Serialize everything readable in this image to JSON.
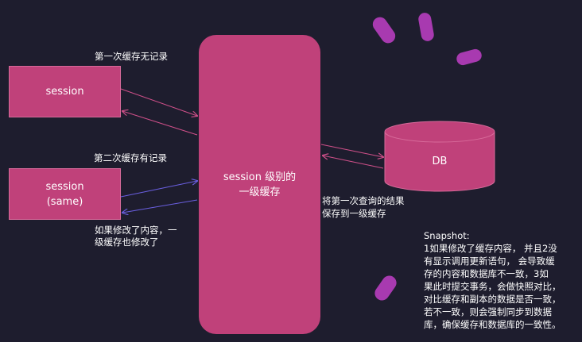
{
  "boxes": {
    "session1": "session",
    "session2_line1": "session",
    "session2_line2": "(same)",
    "center_line1": "session 级别的",
    "center_line2": "一级缓存",
    "db": "DB"
  },
  "labels": {
    "first_miss": "第一次缓存无记录",
    "second_hit": "第二次缓存有记录",
    "modified_line1": "如果修改了内容，一",
    "modified_line2": "级缓存也修改了",
    "save_line1": "将第一次查询的结果",
    "save_line2": "保存到一级缓存"
  },
  "snapshot": {
    "title": "Snapshot:",
    "lines": [
      "1如果修改了缓存内容， 并且2没",
      "有显示调用更新语句， 会导致缓",
      "存的内容和数据库不一致，3如",
      "果此时提交事务，会做快照对比，",
      "对比缓存和副本的数据是否一致，",
      "若不一致，则会强制同步到数据",
      "库，确保缓存和数据库的一致性。"
    ]
  },
  "colors": {
    "background": "#1e1d2e",
    "box_fill": "#c0417a",
    "arrow_pink": "#d0508a",
    "arrow_blue": "#6a5fe0",
    "accent_purple": "#a83ab0"
  }
}
